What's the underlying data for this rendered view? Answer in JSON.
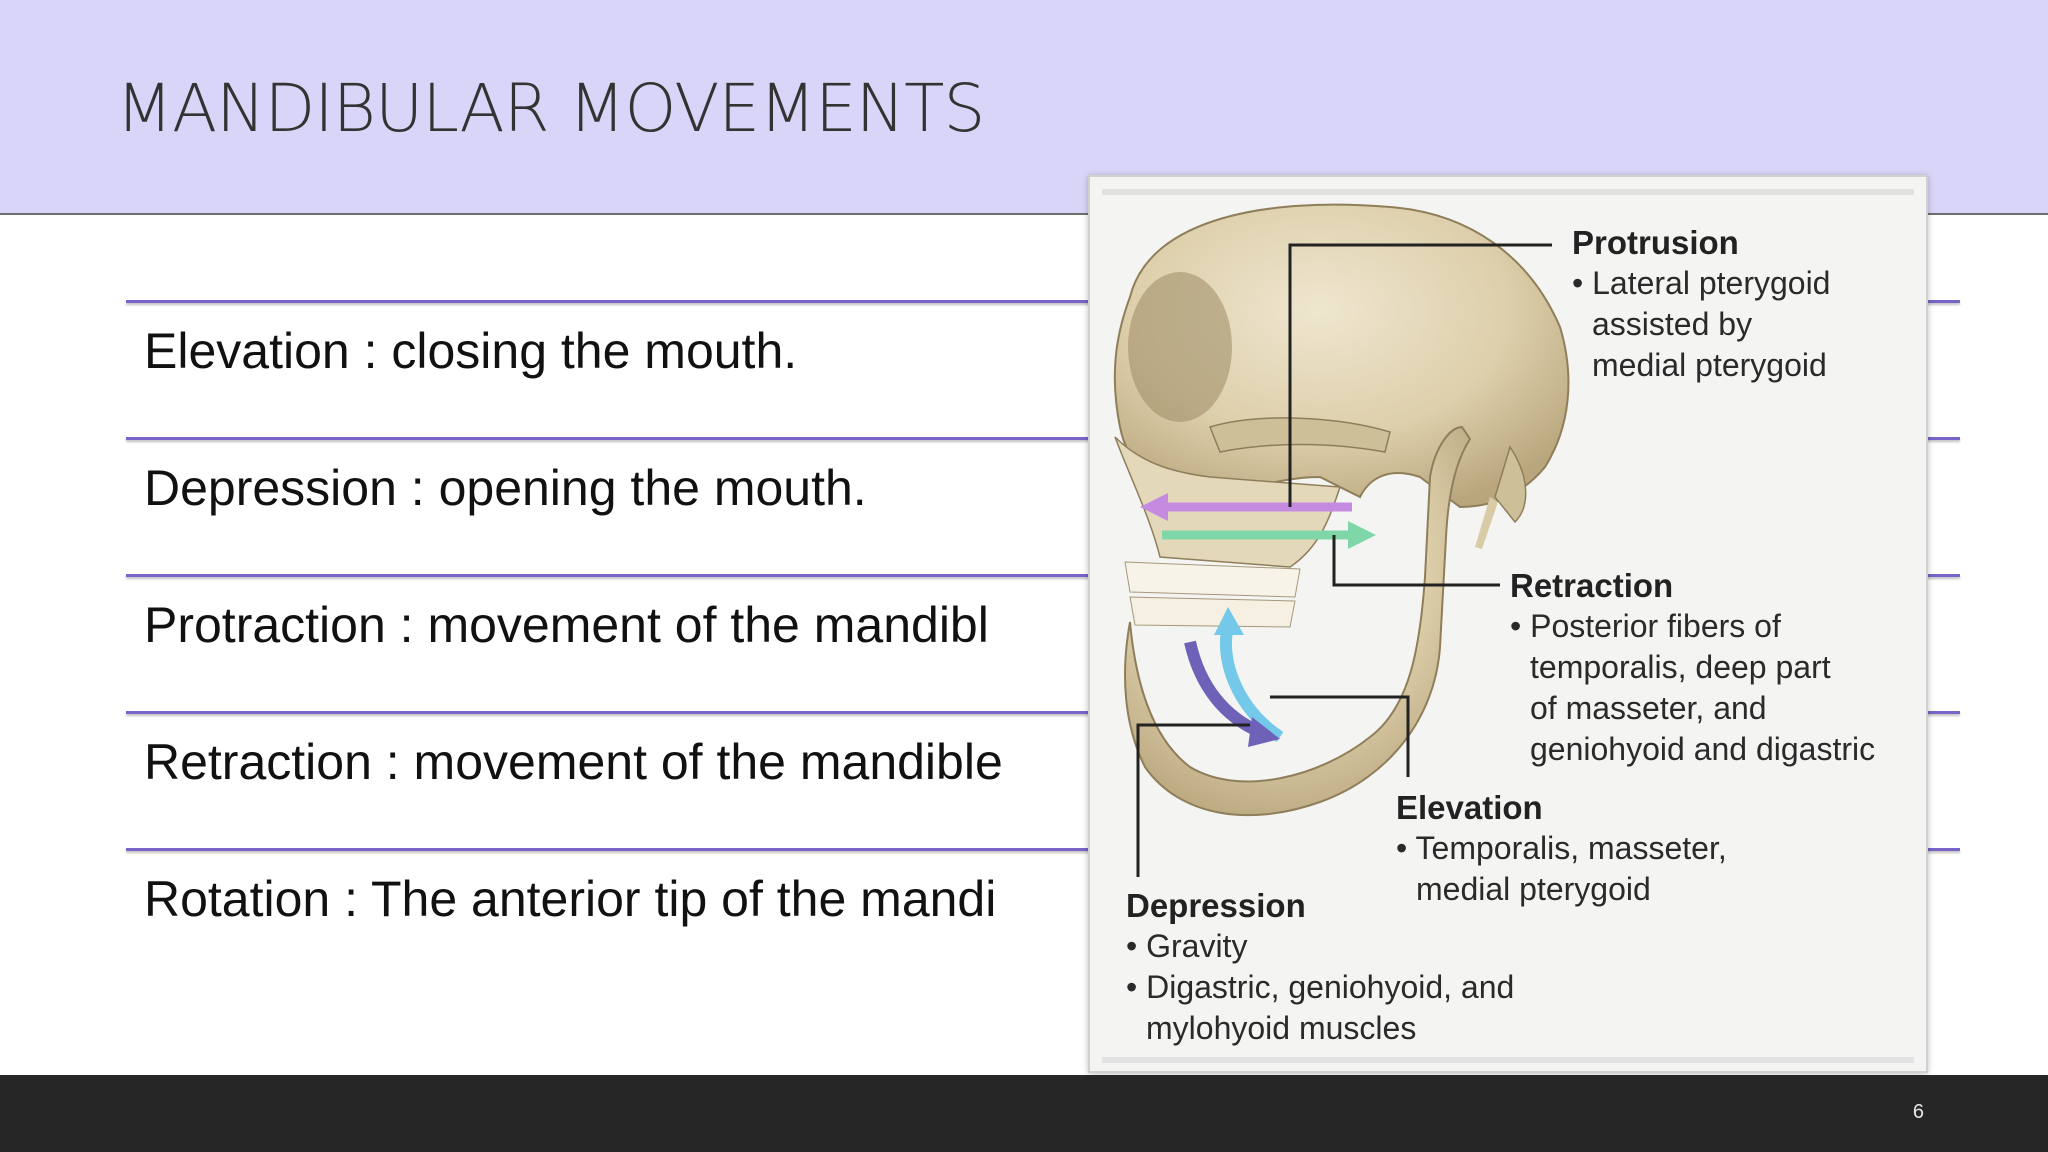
{
  "slide": {
    "title": "MANDIBULAR MOVEMENTS",
    "page_number": "6"
  },
  "items": [
    {
      "text": "Elevation : closing the mouth."
    },
    {
      "text": "Depression : opening the mouth."
    },
    {
      "text": "Protraction : movement of the mandibl"
    },
    {
      "text": "Retraction : movement of the mandible"
    },
    {
      "text": "Rotation : The anterior tip of the mandi"
    }
  ],
  "figure": {
    "protrusion": {
      "label": "Protrusion",
      "lines": [
        "• Lateral pterygoid",
        "assisted by",
        "medial pterygoid"
      ]
    },
    "retraction": {
      "label": "Retraction",
      "lines": [
        "• Posterior fibers of",
        "temporalis, deep part",
        "of masseter, and",
        "geniohyoid and digastric"
      ]
    },
    "elevation": {
      "label": "Elevation",
      "lines": [
        "• Temporalis, masseter,",
        "medial pterygoid"
      ]
    },
    "depression": {
      "label": "Depression",
      "lines": [
        "• Gravity",
        "• Digastric, geniohyoid, and",
        "mylohyoid muscles"
      ]
    }
  },
  "colors": {
    "header_bg": "#d9d5f8",
    "rule": "#7a63c9",
    "footer_bg": "#262626",
    "arrow_protrusion": "#c48be0",
    "arrow_retraction": "#7fd6a8",
    "arrow_elevation": "#74c8ea",
    "arrow_depression": "#6e62b8"
  }
}
